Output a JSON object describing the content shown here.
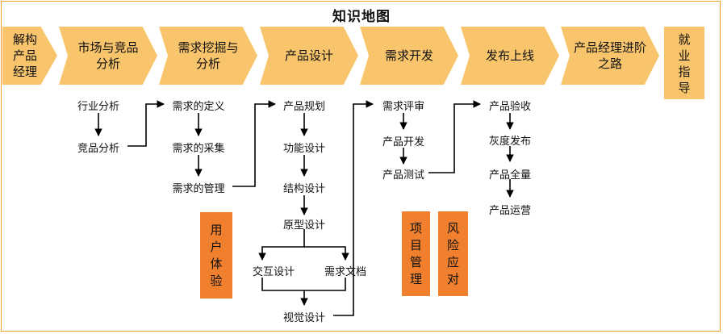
{
  "title": "知识地图",
  "steps": [
    {
      "label": "解构产品经理"
    },
    {
      "label": "市场与竞品分析"
    },
    {
      "label": "需求挖掘与分析"
    },
    {
      "label": "产品设计"
    },
    {
      "label": "需求开发"
    },
    {
      "label": "发布上线"
    },
    {
      "label": "产品经理进阶之路"
    },
    {
      "label": "就业指导"
    }
  ],
  "col1": [
    "行业分析",
    "竞品分析"
  ],
  "col2": [
    "需求的定义",
    "需求的采集",
    "需求的管理"
  ],
  "col3": [
    "产品规划",
    "功能设计",
    "结构设计",
    "原型设计",
    "交互设计",
    "需求文档",
    "视觉设计"
  ],
  "col4": [
    "需求评审",
    "产品开发",
    "产品测试"
  ],
  "col5": [
    "产品验收",
    "灰度发布",
    "产品全量",
    "产品运营"
  ],
  "side_boxes": {
    "ux": "用户体验",
    "pm": "项目管理",
    "risk": "风险应对"
  },
  "colors": {
    "chevron": "#f9c56c",
    "box": "#f07f2e",
    "border": "#f0a020",
    "line": "#000000"
  }
}
